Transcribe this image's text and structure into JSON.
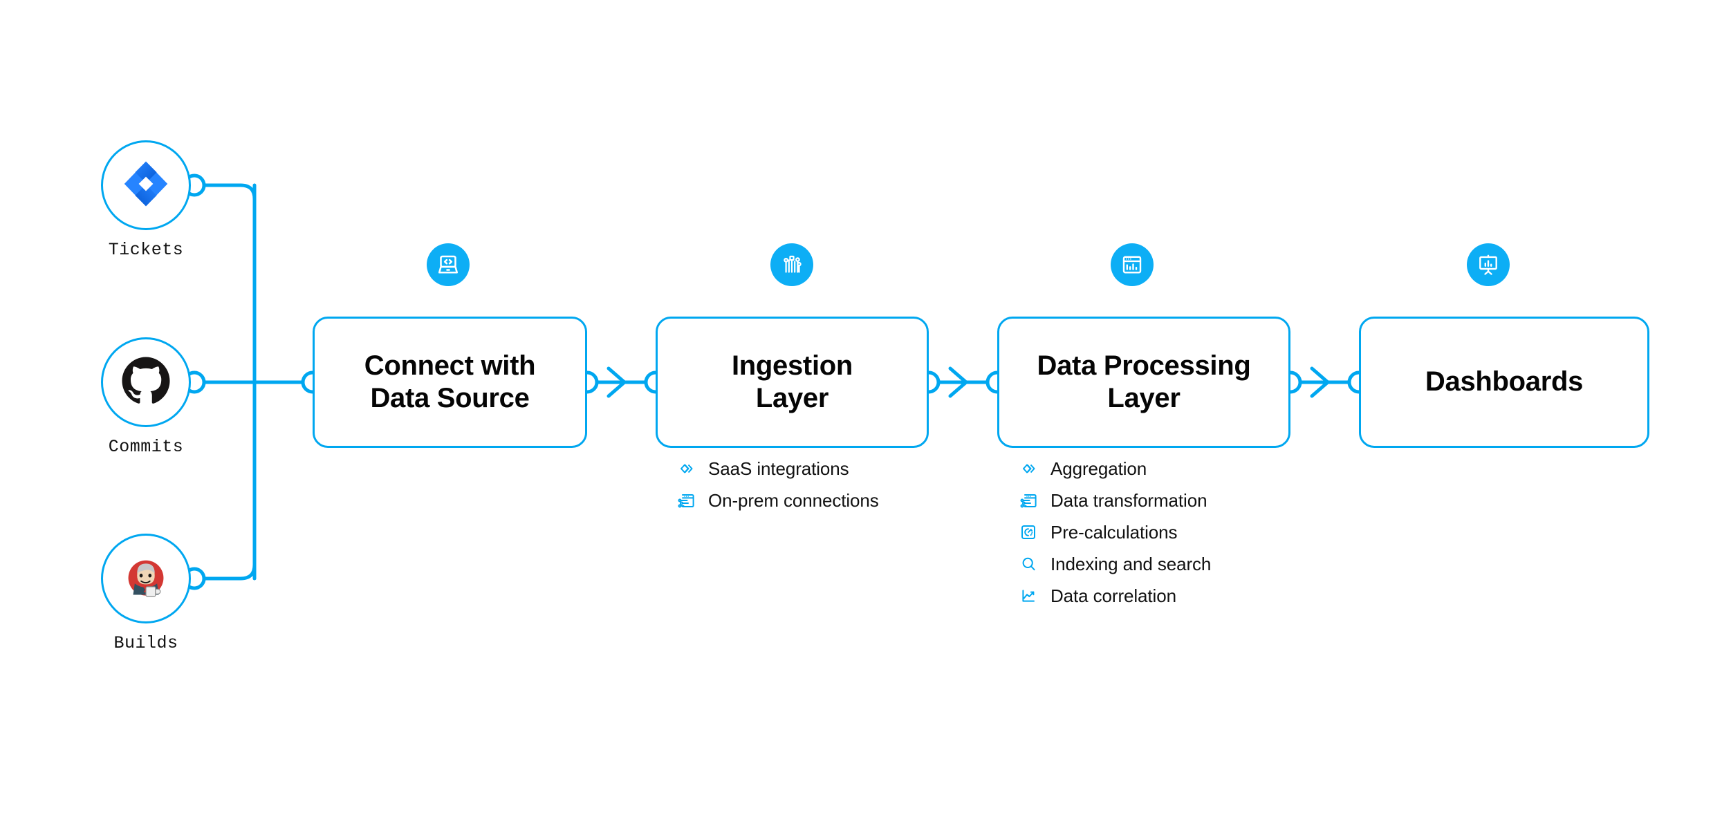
{
  "diagram": {
    "title": "Data pipeline architecture flow",
    "accent_color": "#00A7F0",
    "badge_color": "#0DAEF5",
    "text_color": "#111111",
    "background": "#ffffff"
  },
  "sources": [
    {
      "id": "tickets",
      "label": "Tickets",
      "icon": "jira-icon",
      "brand_color": "#2684FF"
    },
    {
      "id": "commits",
      "label": "Commits",
      "icon": "github-icon",
      "brand_color": "#171515"
    },
    {
      "id": "builds",
      "label": "Builds",
      "icon": "jenkins-icon",
      "brand_color": "#D33833"
    }
  ],
  "stages": [
    {
      "id": "connect",
      "title": "Connect with\nData Source",
      "badge_icon": "laptop-code-icon"
    },
    {
      "id": "ingestion",
      "title": "Ingestion\nLayer",
      "badge_icon": "circuit-nodes-icon"
    },
    {
      "id": "processing",
      "title": "Data Processing\nLayer",
      "badge_icon": "window-barchart-icon"
    },
    {
      "id": "dashboards",
      "title": "Dashboards",
      "badge_icon": "presentation-chart-icon"
    }
  ],
  "ingestion_features": [
    {
      "label": "SaaS integrations",
      "icon": "stacked-diamonds-icon"
    },
    {
      "label": "On-prem connections",
      "icon": "server-window-icon"
    }
  ],
  "processing_features": [
    {
      "label": "Aggregation",
      "icon": "stacked-diamonds-icon"
    },
    {
      "label": "Data transformation",
      "icon": "server-window-icon"
    },
    {
      "label": "Pre-calculations",
      "icon": "gauge-icon"
    },
    {
      "label": "Indexing and search",
      "icon": "magnifier-icon"
    },
    {
      "label": "Data correlation",
      "icon": "line-chart-icon"
    }
  ]
}
